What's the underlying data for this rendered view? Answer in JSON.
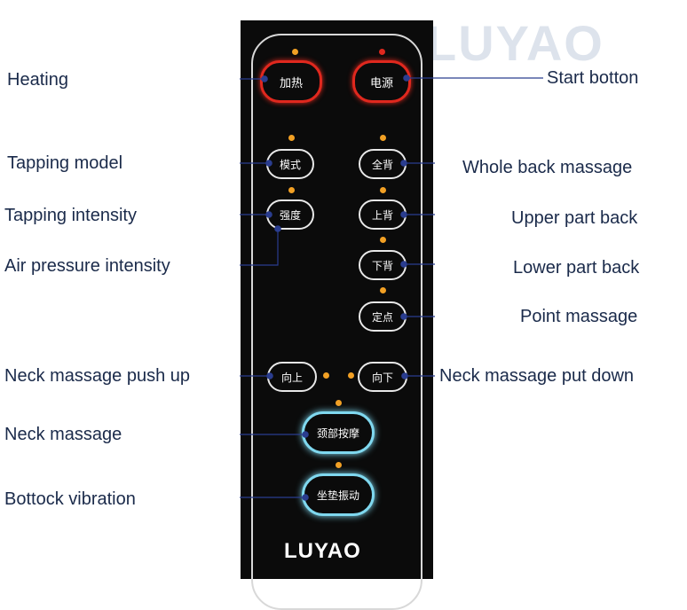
{
  "watermark_text": "LUYAO",
  "brand_text": "LUYAO",
  "left_labels": [
    "Heating",
    "Tapping model",
    "Tapping intensity",
    "Air pressure intensity",
    "Neck massage push up",
    "Neck massage",
    "Bottock  vibration"
  ],
  "right_labels": [
    "Start botton",
    "Whole back massage",
    "Upper part back",
    "Lower part back",
    "Point massage",
    "Neck massage put down"
  ],
  "buttons": {
    "heat": "加热",
    "power": "电源",
    "mode": "模式",
    "whole_back": "全背",
    "intensity": "强度",
    "upper_back": "上背",
    "lower_back": "下背",
    "point": "定点",
    "up": "向上",
    "down": "向下",
    "neck": "颈部按摩",
    "vibration": "坐垫振动"
  },
  "colors": {
    "label_text": "#1a2a4a",
    "leader_line": "#2a3d8f",
    "remote_body": "#0b0b0b",
    "indicator": "#f2a024",
    "power_ring": "#e0281e",
    "glow_ring": "#7fd8ef"
  }
}
